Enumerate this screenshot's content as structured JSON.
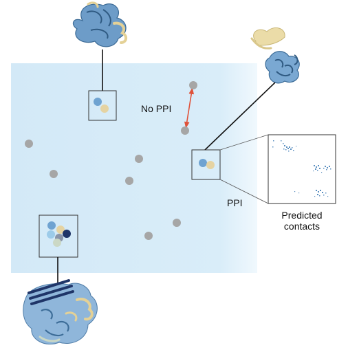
{
  "labels": {
    "no_ppi": "No PPI",
    "ppi": "PPI",
    "predicted_contacts_line1": "Predicted",
    "predicted_contacts_line2": "contacts"
  },
  "colors": {
    "background_field": "#d6ebf8",
    "protein_dot": "#a6a6a6",
    "arrow": "#e0523a",
    "light_blue": "#6fa3d1",
    "tan": "#e5d3a2",
    "pale_blue": "#9ccbe9",
    "navy": "#1f3568",
    "gray_blue": "#8a95a8",
    "pale_green": "#cbd8c5",
    "contact_points": "#5b8fc0"
  },
  "icons": {
    "protein_top": "protein-structure-monomer-icon",
    "protein_right": "protein-structure-dimer-icon",
    "protein_bottom": "protein-structure-complex-icon"
  }
}
